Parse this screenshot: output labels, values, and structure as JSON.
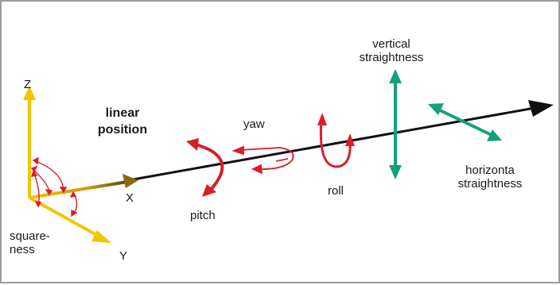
{
  "labels": {
    "axis_z": "Z",
    "axis_x": "X",
    "axis_y": "Y",
    "squareness_line1": "square-",
    "squareness_line2": "ness",
    "linear_position_line1": "linear",
    "linear_position_line2": "position",
    "yaw": "yaw",
    "pitch": "pitch",
    "roll": "roll",
    "vertical_straightness_line1": "vertical",
    "vertical_straightness_line2": "straightness",
    "horizontal_straightness_line1": "horizonta",
    "horizontal_straightness_line2": "straightness"
  },
  "colors": {
    "axis": "#f5c400",
    "main_axis": "#111111",
    "angular": "#d91e2a",
    "straightness": "#14a07c",
    "border": "#9a9a9a"
  }
}
